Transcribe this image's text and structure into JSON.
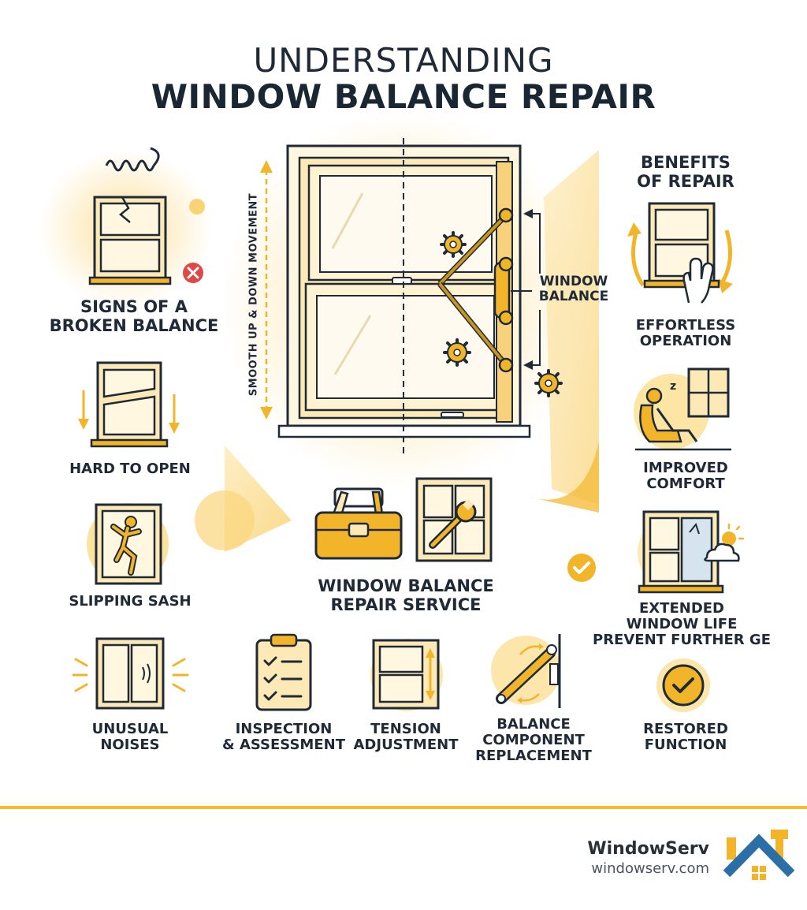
{
  "title": {
    "line1": "UNDERSTANDING",
    "line2": "WINDOW BALANCE REPAIR"
  },
  "diagram": {
    "vertical_label": "SMOOTH UP & DOWN MOVEMENT",
    "balance_label_line1": "WINDOW",
    "balance_label_line2": "BALANCE"
  },
  "signs": {
    "heading_line1": "SIGNS OF A",
    "heading_line2": "BROKEN BALANCE",
    "items": [
      {
        "lines": [
          "HARD TO OPEN"
        ],
        "icon": "falling-sash-icon"
      },
      {
        "lines": [
          "SLIPPING SASH"
        ],
        "icon": "falling-person-icon"
      },
      {
        "lines": [
          "UNUSUAL",
          "NOISES"
        ],
        "icon": "noisy-window-icon"
      }
    ]
  },
  "service": {
    "heading_line1": "WINDOW BALANCE",
    "heading_line2": "REPAIR SERVICE",
    "steps": [
      {
        "lines": [
          "INSPECTION",
          "& ASSESSMENT"
        ],
        "icon": "clipboard-checklist-icon"
      },
      {
        "lines": [
          "TENSION",
          "ADJUSTMENT"
        ],
        "icon": "tension-window-icon"
      },
      {
        "lines": [
          "BALANCE",
          "COMPONENT",
          "REPLACEMENT"
        ],
        "icon": "balance-rod-icon"
      }
    ]
  },
  "benefits": {
    "heading_line1": "BENEFITS",
    "heading_line2": "OF REPAIR",
    "items": [
      {
        "lines": [
          "EFFORTLESS",
          "OPERATION"
        ],
        "icon": "hand-window-icon"
      },
      {
        "lines": [
          "IMPROVED",
          "COMFORT"
        ],
        "icon": "relaxing-person-icon"
      },
      {
        "lines": [
          "EXTENDED",
          "WINDOW LIFE",
          "PREVENT FURTHER GE"
        ],
        "icon": "weather-window-icon"
      },
      {
        "lines": [
          "RESTORED",
          "FUNCTION"
        ],
        "icon": "check-circle-icon"
      }
    ]
  },
  "brand": {
    "name": "WindowServ",
    "url": "windowserv.com"
  },
  "colors": {
    "accent": "#f2b52a",
    "frame": "#c8951e",
    "fill": "#fbe7b0",
    "dark": "#1f2a36",
    "roof": "#2c6fa6",
    "error": "#e04848"
  }
}
